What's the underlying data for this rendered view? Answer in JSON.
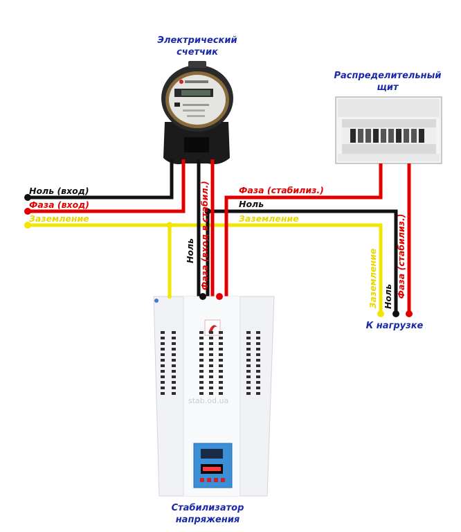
{
  "titles": {
    "meter_line1": "Электрический",
    "meter_line2": "счетчик",
    "panel_line1": "Распределительный",
    "panel_line2": "щит",
    "load": "К нагрузке",
    "stabilizer_line1": "Стабилизатор",
    "stabilizer_line2": "напряжения"
  },
  "wires": {
    "neutral_in": "Ноль (вход)",
    "phase_in": "Фаза (вход)",
    "ground_left": "Заземление",
    "phase_stab": "Фаза (стабилиз.)",
    "neutral_top": "Ноль",
    "ground_right": "Заземление",
    "neutral_vertical": "Ноль",
    "phase_in_stab_vertical": "Фаза (вход в стабил.)",
    "ground_load_vertical": "Заземление",
    "neutral_load_vertical": "Ноль",
    "phase_load_vertical": "Фаза (стабилиз.)"
  },
  "watermark": "stab.od.ua",
  "colors": {
    "phase": "#e00000",
    "neutral": "#111111",
    "ground": "#f2e600",
    "title": "#1a2aa8"
  }
}
